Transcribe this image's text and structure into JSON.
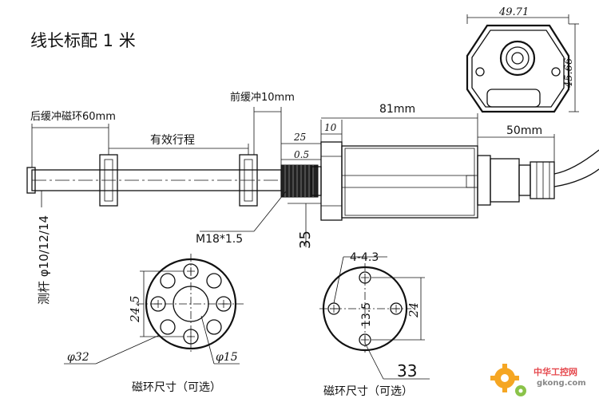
{
  "title": "线长标配 1 米",
  "labels": {
    "rear_buffer": "后缓冲磁环60mm",
    "stroke": "有效行程",
    "front_buffer": "前缓冲10mm",
    "rod": "测杆 φ10/12/14",
    "thread": "M18*1.5",
    "body_length": "81mm",
    "connector_length": "50mm",
    "ring_caption_left": "磁环尺寸（可选）",
    "ring_caption_right": "磁环尺寸（可选）"
  },
  "dimensions": {
    "d25": "25",
    "d10": "10",
    "d05": "0.5",
    "d35": "35",
    "head_w": "49.71",
    "head_h": "45.66",
    "ring1_h": "24.5",
    "ring1_d32": "φ32",
    "ring1_d15": "φ15",
    "ring2_holes": "4-4.3",
    "ring2_inner": "13.5",
    "ring2_h": "24",
    "ring2_d33": "33"
  },
  "watermark": {
    "name": "中华工控网",
    "url": "gkong.com",
    "color": "#f5a623",
    "accent": "#e5484d"
  }
}
